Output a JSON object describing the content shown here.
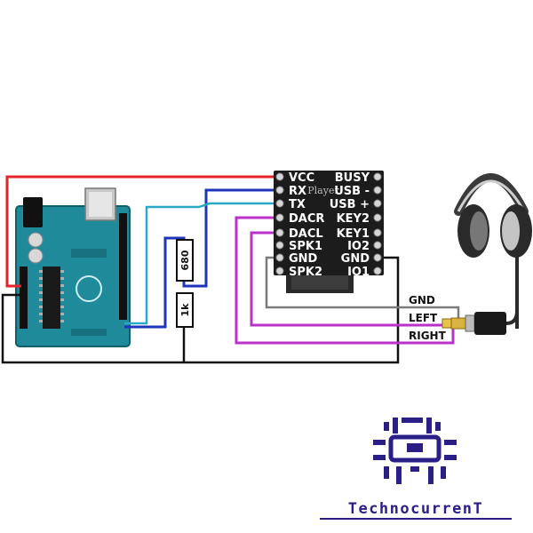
{
  "module": {
    "left_pins": [
      "VCC",
      "RX",
      "TX",
      "DACR",
      "DACL",
      "SPK1",
      "GND",
      "SPK2"
    ],
    "right_pins": [
      "BUSY",
      "USB -",
      "USB +",
      "KEY2",
      "KEY1",
      "IO2",
      "GND",
      "IO1"
    ],
    "chip_text": "Player"
  },
  "resistors": {
    "upper": "680",
    "lower": "1k"
  },
  "jack_labels": {
    "gnd": "GND",
    "left": "LEFT",
    "right": "RIGHT"
  },
  "brand": {
    "name": "TechnocurrenT"
  },
  "colors": {
    "vcc_wire": "#e8222a",
    "gnd_wire": "#111111",
    "rx_wire": "#1f34b8",
    "tx_wire": "#2aa8c8",
    "dac_wire": "#b832c8",
    "gnd_jack_wire": "#7a7a7a",
    "board": "#1e8a9a",
    "module": "#1c1c1c",
    "brand": "#2a1f86"
  }
}
